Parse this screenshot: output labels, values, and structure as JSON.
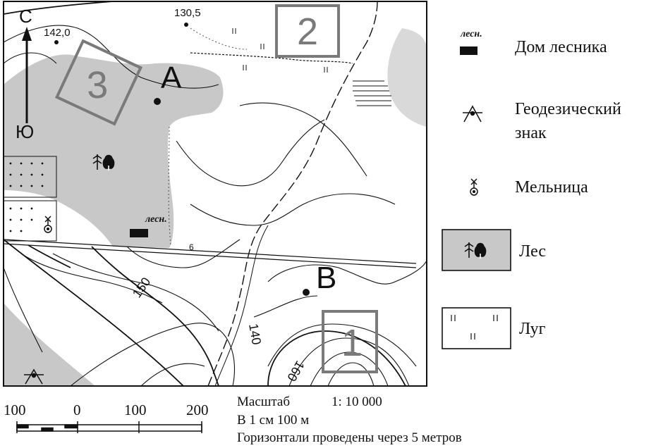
{
  "map": {
    "north_label": "С",
    "south_label": "Ю",
    "spot_heights": [
      "142,0",
      "130,5"
    ],
    "points": [
      "A",
      "B"
    ],
    "squares": [
      "1",
      "2",
      "3"
    ],
    "contours": [
      "150",
      "140",
      "160"
    ],
    "road_number": "6",
    "forester_house_label": "лесн.",
    "colors": {
      "forest": "#c8c8c8",
      "square_outline": "#7a7a7a",
      "ink": "#111111"
    }
  },
  "legend": {
    "items": [
      {
        "symbol_caption": "лесн.",
        "label": "Дом лесника",
        "icon": "forester-house-icon"
      },
      {
        "label_line1": "Геодезический",
        "label_line2": "знак",
        "icon": "geodetic-sign-icon"
      },
      {
        "label": "Мельница",
        "icon": "windmill-icon"
      },
      {
        "label": "Лес",
        "icon": "forest-icon"
      },
      {
        "label": "Луг",
        "icon": "meadow-icon"
      }
    ]
  },
  "scale": {
    "ticks": [
      "100",
      "0",
      "100",
      "200"
    ],
    "line1_label": "Масштаб",
    "line1_value": "1: 10 000",
    "line2": "В 1 см 100 м",
    "line3": "Горизонтали проведены через 5 метров"
  }
}
